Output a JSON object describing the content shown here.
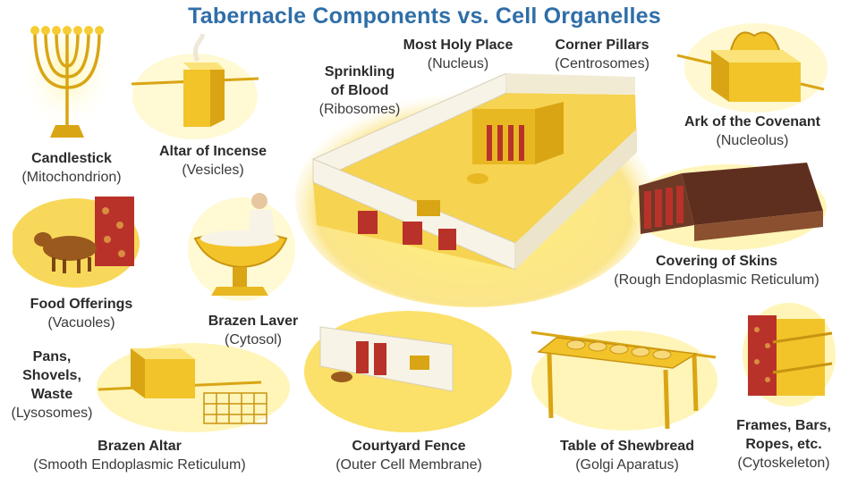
{
  "title": "Tabernacle Components vs. Cell Organelles",
  "components": [
    {
      "id": "candlestick",
      "name": "Candlestick",
      "organelle": "(Mitochondrion)"
    },
    {
      "id": "altar-of-incense",
      "name": "Altar of Incense",
      "organelle": "(Vesicles)"
    },
    {
      "id": "most-holy-place",
      "name": "Most Holy Place",
      "organelle": "(Nucleus)"
    },
    {
      "id": "corner-pillars",
      "name": "Corner Pillars",
      "organelle": "(Centrosomes)"
    },
    {
      "id": "sprinkling-of-blood",
      "name_lines": [
        "Sprinkling",
        "of Blood"
      ],
      "organelle": "(Ribosomes)"
    },
    {
      "id": "ark-of-the-covenant",
      "name": "Ark of the Covenant",
      "organelle": "(Nucleolus)"
    },
    {
      "id": "covering-of-skins",
      "name": "Covering of Skins",
      "organelle": "(Rough Endoplasmic Reticulum)"
    },
    {
      "id": "food-offerings",
      "name": "Food Offerings",
      "organelle": "(Vacuoles)"
    },
    {
      "id": "brazen-laver",
      "name": "Brazen Laver",
      "organelle": "(Cytosol)"
    },
    {
      "id": "pans-shovels-waste",
      "name_lines": [
        "Pans,",
        "Shovels,",
        "Waste"
      ],
      "organelle": "(Lysosomes)"
    },
    {
      "id": "brazen-altar",
      "name": "Brazen Altar",
      "organelle": "(Smooth Endoplasmic Reticulum)"
    },
    {
      "id": "courtyard-fence",
      "name": "Courtyard Fence",
      "organelle": "(Outer Cell Membrane)"
    },
    {
      "id": "table-of-shewbread",
      "name": "Table of Shewbread",
      "organelle": "(Golgi Aparatus)"
    },
    {
      "id": "frames-bars-ropes",
      "name_lines": [
        "Frames, Bars,",
        "Ropes, etc."
      ],
      "organelle": "(Cytoskeleton)"
    }
  ],
  "colors": {
    "title": "#2f6ea8",
    "gold": "#f2c42a",
    "gold_dark": "#c99410",
    "gold_light": "#fbe37a",
    "glow": "#fff3a8",
    "curtain_red": "#b8322a",
    "white_linen": "#f7f3e6",
    "skin_brown": "#6e3a26"
  }
}
